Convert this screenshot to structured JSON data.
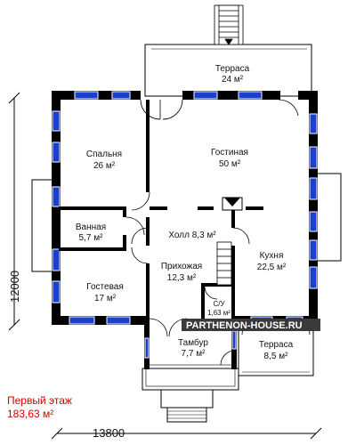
{
  "rooms": {
    "terrace_top": {
      "name": "Терраса",
      "area": "24 м²"
    },
    "bedroom": {
      "name": "Спальня",
      "area": "26 м²"
    },
    "living": {
      "name": "Гостиная",
      "area": "50 м²"
    },
    "bath": {
      "name": "Ванная",
      "area": "5,7 м²"
    },
    "hall": {
      "name": "Холл 8,3 м²"
    },
    "kitchen": {
      "name": "Кухня",
      "area": "22,5 м²"
    },
    "guest": {
      "name": "Гостевая",
      "area": "17 м²"
    },
    "entry": {
      "name": "Прихожая",
      "area": "12,3 м²"
    },
    "wc": {
      "name": "С/У",
      "area": "1,63 м²"
    },
    "vestibule": {
      "name": "Тамбур",
      "area": "7,7 м²"
    },
    "terrace_right": {
      "name": "Терраса",
      "area": "8,5 м²"
    }
  },
  "dimensions": {
    "width": "13800",
    "height": "12000"
  },
  "floor": {
    "name": "Первый этаж",
    "area": "183,63 м²"
  },
  "watermark": "PARTHENON-HOUSE.RU",
  "colors": {
    "wall": "#000000",
    "window": "#1a3fd0",
    "caption": "#d40000"
  }
}
